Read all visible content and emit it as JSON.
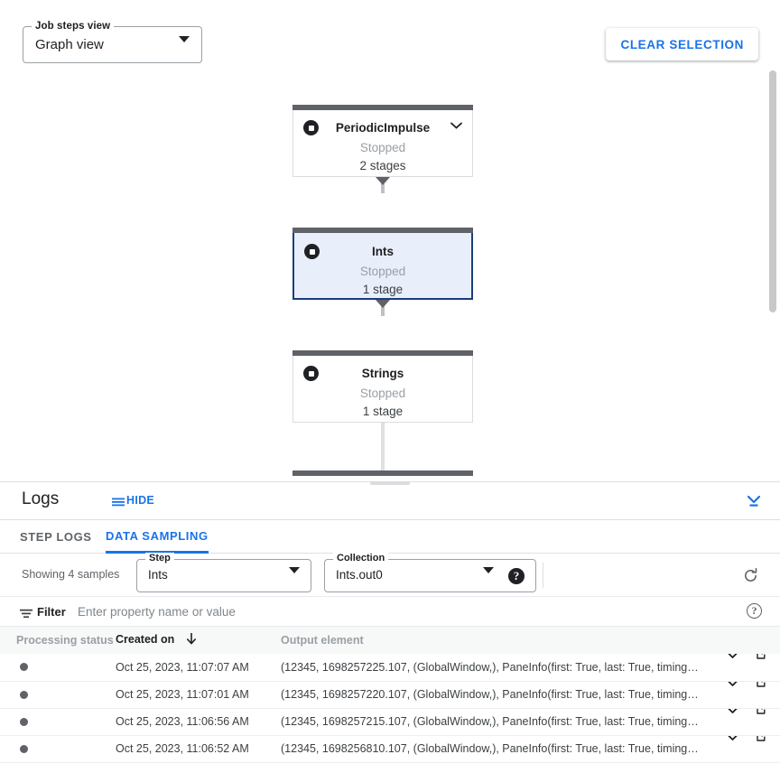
{
  "toolbar": {
    "view_select_label": "Job steps view",
    "view_select_value": "Graph view",
    "clear_selection_label": "CLEAR SELECTION"
  },
  "graph": {
    "nodes": [
      {
        "title": "PeriodicImpulse",
        "status": "Stopped",
        "stages": "2 stages",
        "selected": false,
        "has_chevron": true
      },
      {
        "title": "Ints",
        "status": "Stopped",
        "stages": "1 stage",
        "selected": true,
        "has_chevron": false
      },
      {
        "title": "Strings",
        "status": "Stopped",
        "stages": "1 stage",
        "selected": false,
        "has_chevron": false
      }
    ]
  },
  "logs": {
    "title": "Logs",
    "hide_label": "HIDE",
    "tabs": [
      {
        "label": "STEP LOGS",
        "active": false
      },
      {
        "label": "DATA SAMPLING",
        "active": true
      }
    ],
    "controls": {
      "showing": "Showing 4 samples",
      "step_label": "Step",
      "step_value": "Ints",
      "collection_label": "Collection",
      "collection_value": "Ints.out0",
      "help_glyph": "?"
    },
    "filter": {
      "label": "Filter",
      "placeholder": "Enter property name or value",
      "help_glyph": "?"
    },
    "table": {
      "columns": [
        {
          "key": "status",
          "label": "Processing status",
          "sorted": false
        },
        {
          "key": "created",
          "label": "Created on",
          "sorted": true,
          "direction": "desc"
        },
        {
          "key": "output",
          "label": "Output element",
          "sorted": false
        }
      ],
      "rows": [
        {
          "created": "Oct 25, 2023, 11:07:07 AM",
          "output": "(12345, 1698257225.107, (GlobalWindow,), PaneInfo(first: True, last: True, timing…"
        },
        {
          "created": "Oct 25, 2023, 11:07:01 AM",
          "output": "(12345, 1698257220.107, (GlobalWindow,), PaneInfo(first: True, last: True, timing…"
        },
        {
          "created": "Oct 25, 2023, 11:06:56 AM",
          "output": "(12345, 1698257215.107, (GlobalWindow,), PaneInfo(first: True, last: True, timing…"
        },
        {
          "created": "Oct 25, 2023, 11:06:52 AM",
          "output": "(12345, 1698256810.107, (GlobalWindow,), PaneInfo(first: True, last: True, timing…"
        }
      ]
    }
  },
  "colors": {
    "accent_blue": "#1a73e8",
    "node_selected_bg": "#e8eefa",
    "node_selected_border": "#1a3d7c",
    "node_topbar": "#5f6368"
  }
}
